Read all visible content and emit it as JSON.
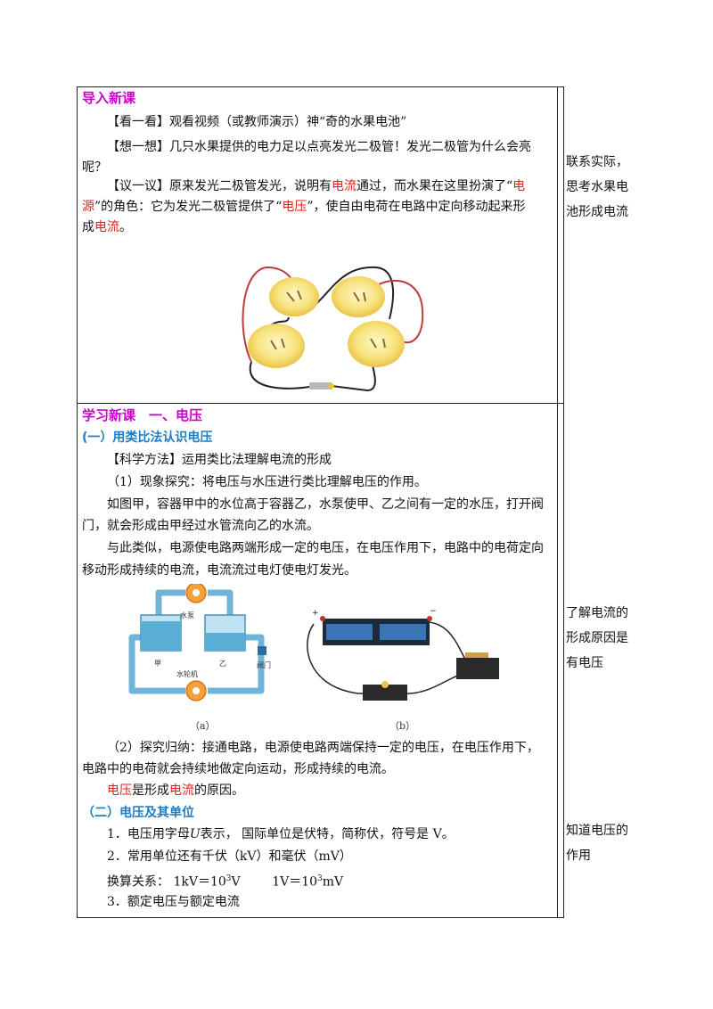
{
  "section1": {
    "heading": "导入新课",
    "p1_label": "【看一看】",
    "p1_text": "观看视频（或教师演示）神“奇的水果电池”",
    "p2_label": "【想一想】",
    "p2_line1": "几只水果提供的电力足以点亮发光二极管！发光二极管为什么会亮",
    "p2_line2": "呢？",
    "p3_label": "【议一议】",
    "p3_a": "原来发光二极管发光，说明有",
    "p3_b": "电流",
    "p3_c": "通过，而水果在这里扮演了“",
    "p3_d": "电",
    "p3_e": "源",
    "p3_f": "”的角色：它为发光二极管提供了“",
    "p3_g": "电压",
    "p3_h": "”，使自由电荷在电路中定向移动起来形",
    "p3_i": "成",
    "p3_j": "电流",
    "p3_k": "。",
    "side": [
      "联系实际，",
      "思考水果电",
      "池形成电流"
    ]
  },
  "section2": {
    "heading": "学习新课　一、电压",
    "sub1": "(一）用类比法认识电压",
    "m_label": "【科学方法】",
    "m_text": "运用类比法理解电流的形成",
    "s1": "（1）现象探究：将电压与水压进行类比理解电压的作用。",
    "s2_line1": "如图甲，容器甲中的水位高于容器乙，水泵使甲、乙之间有一定的水压，打开阀",
    "s2_line2": "门，就会形成由甲经过水管流向乙的水流。",
    "s3_line1": "与此类似，电源使电路两端形成一定的电压，在电压作用下，电路中的电荷定向",
    "s3_line2": "移动形成持续的电流，电流流过电灯使电灯发光。",
    "fig_a": {
      "caption": "（a）",
      "pump": "水泵",
      "jia": "甲",
      "yi": "乙",
      "turbine": "水轮机",
      "valve": "阀门"
    },
    "fig_b": {
      "caption": "（b）",
      "plus": "+",
      "minus": "−"
    },
    "s4_line1": "（2）探究归纳：接通电路，电源使电路两端保持一定的电压，在电压作用下，",
    "s4_line2": "电路中的电荷就会持续地做定向运动，形成持续的电流。",
    "s5_a": "电压",
    "s5_b": "是形成",
    "s5_c": "电流",
    "s5_d": "的原因。",
    "side1": [
      "了解电流的",
      "形成原因是",
      "有电压"
    ],
    "sub2": "（二）电压及其单位",
    "u1_a": "1．电压用字母",
    "u1_b": "U",
    "u1_c": "表示，  国际单位是伏特，简称伏，符号是 V。",
    "u2": "2．常用单位还有千伏（kV）和毫伏（mV）",
    "u3_a": "换算关系：  1kV＝10",
    "u3_b": "3",
    "u3_c": "V        1V＝10",
    "u3_d": "3",
    "u3_e": "mV",
    "u4": "3．额定电压与额定电流",
    "side2": [
      "知道电压的",
      "作用"
    ]
  }
}
